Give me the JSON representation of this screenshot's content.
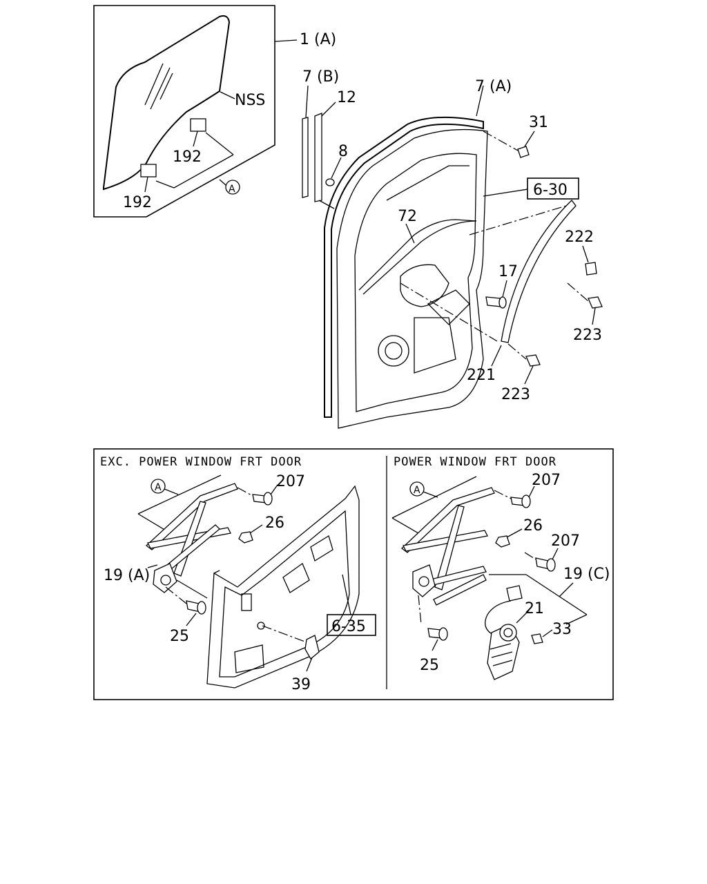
{
  "glass_panel": {
    "part_label": "1 (A)",
    "nss_label": "NSS",
    "clip_upper_label": "192",
    "clip_lower_label": "192",
    "ref_marker": "A"
  },
  "door": {
    "run_channel_b": "7 (B)",
    "channel_12": "12",
    "clip_8": "8",
    "weatherstrip_a": "7 (A)",
    "screw_31": "31",
    "ref_box_630": "6-30",
    "sealing_72": "72",
    "bolt_17": "17",
    "cap_222": "222",
    "screw_223_upper": "223",
    "garnish_221": "221",
    "screw_223_lower": "223"
  },
  "exc_power_window": {
    "header": "EXC. POWER WINDOW FRT DOOR",
    "ref_marker": "A",
    "bolt_207": "207",
    "nut_26": "26",
    "regulator_19a": "19 (A)",
    "bolt_25": "25",
    "ref_box_635": "6-35",
    "handle_39": "39"
  },
  "power_window": {
    "header": "POWER WINDOW FRT DOOR",
    "ref_marker": "A",
    "bolt_207_upper": "207",
    "nut_26": "26",
    "bolt_207_right": "207",
    "regulator_19c": "19 (C)",
    "motor_21": "21",
    "screw_33": "33",
    "bolt_25": "25"
  }
}
